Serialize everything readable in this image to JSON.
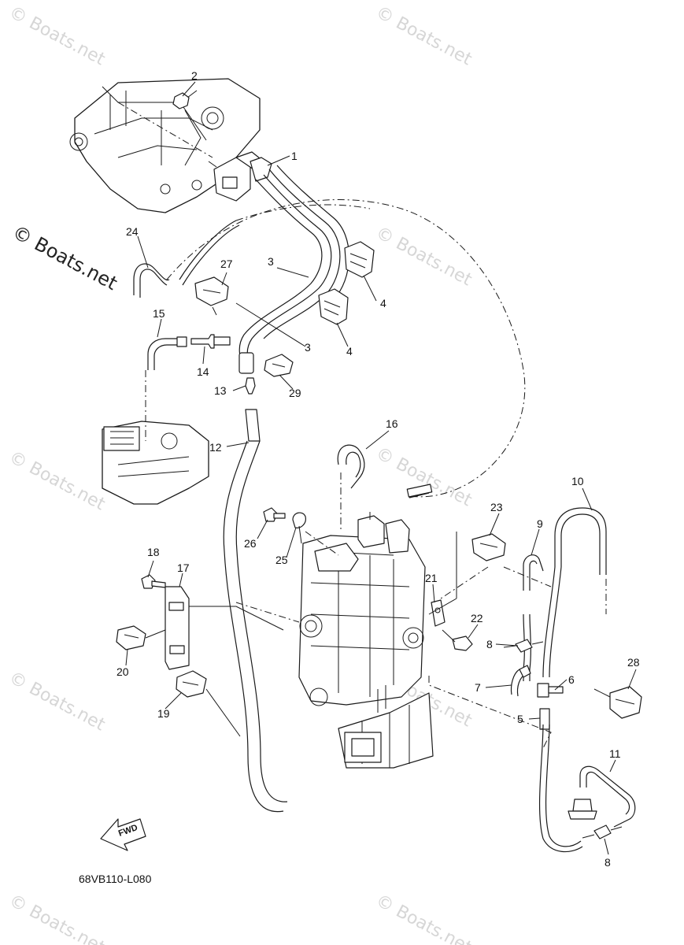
{
  "diagram_code": "68VB110-L080",
  "fwd_label": "FWD",
  "watermark_text": "© Boats.net",
  "colors": {
    "ink": "#1a1a1a",
    "watermark_faint": "#d6d6d6",
    "background": "#ffffff"
  },
  "callouts": [
    "1",
    "2",
    "3",
    "3",
    "4",
    "4",
    "5",
    "6",
    "7",
    "8",
    "8",
    "9",
    "10",
    "11",
    "12",
    "13",
    "14",
    "15",
    "16",
    "17",
    "18",
    "19",
    "20",
    "21",
    "22",
    "23",
    "24",
    "25",
    "26",
    "27",
    "28",
    "29"
  ]
}
